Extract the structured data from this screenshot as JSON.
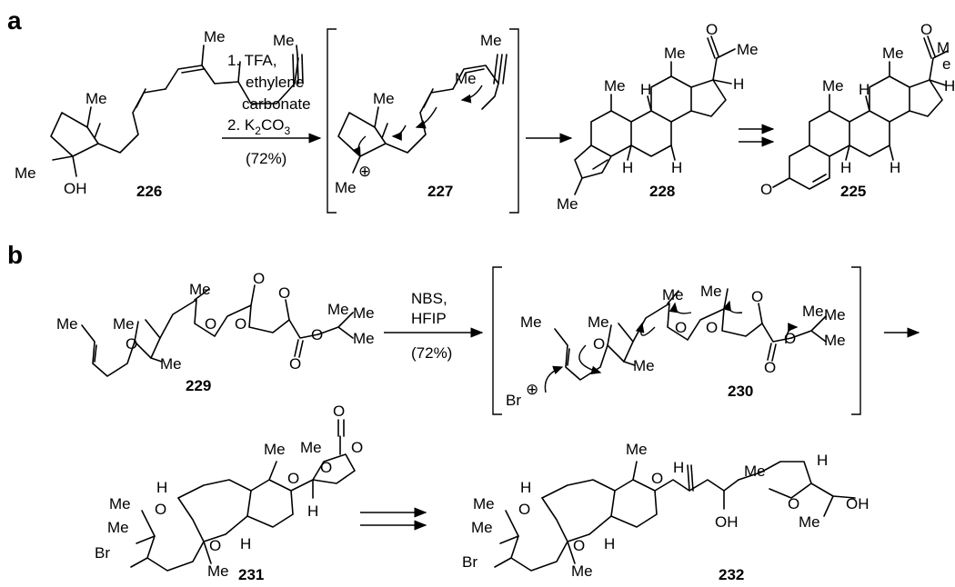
{
  "panels": {
    "a": "a",
    "b": "b"
  },
  "compounds": {
    "c226": "226",
    "c227": "227",
    "c228": "228",
    "c225": "225",
    "c229": "229",
    "c230": "230",
    "c231": "231",
    "c232": "232"
  },
  "conditions": {
    "a_line1": "1. TFA,",
    "a_line2": "ethylene",
    "a_line3": "carbonate",
    "a_line4_main": "2. K",
    "a_line4_sub": "2",
    "a_line4_tail": "CO",
    "a_line4_sub2": "3",
    "a_yield": "(72%)",
    "b_line1": "NBS,",
    "b_line2": "HFIP",
    "b_yield": "(72%)"
  },
  "atoms": {
    "me": "Me",
    "oh": "OH",
    "o": "O",
    "h": "H",
    "br": "Br",
    "plus": "⊕",
    "me_split_m": "M",
    "me_split_e": "e"
  }
}
